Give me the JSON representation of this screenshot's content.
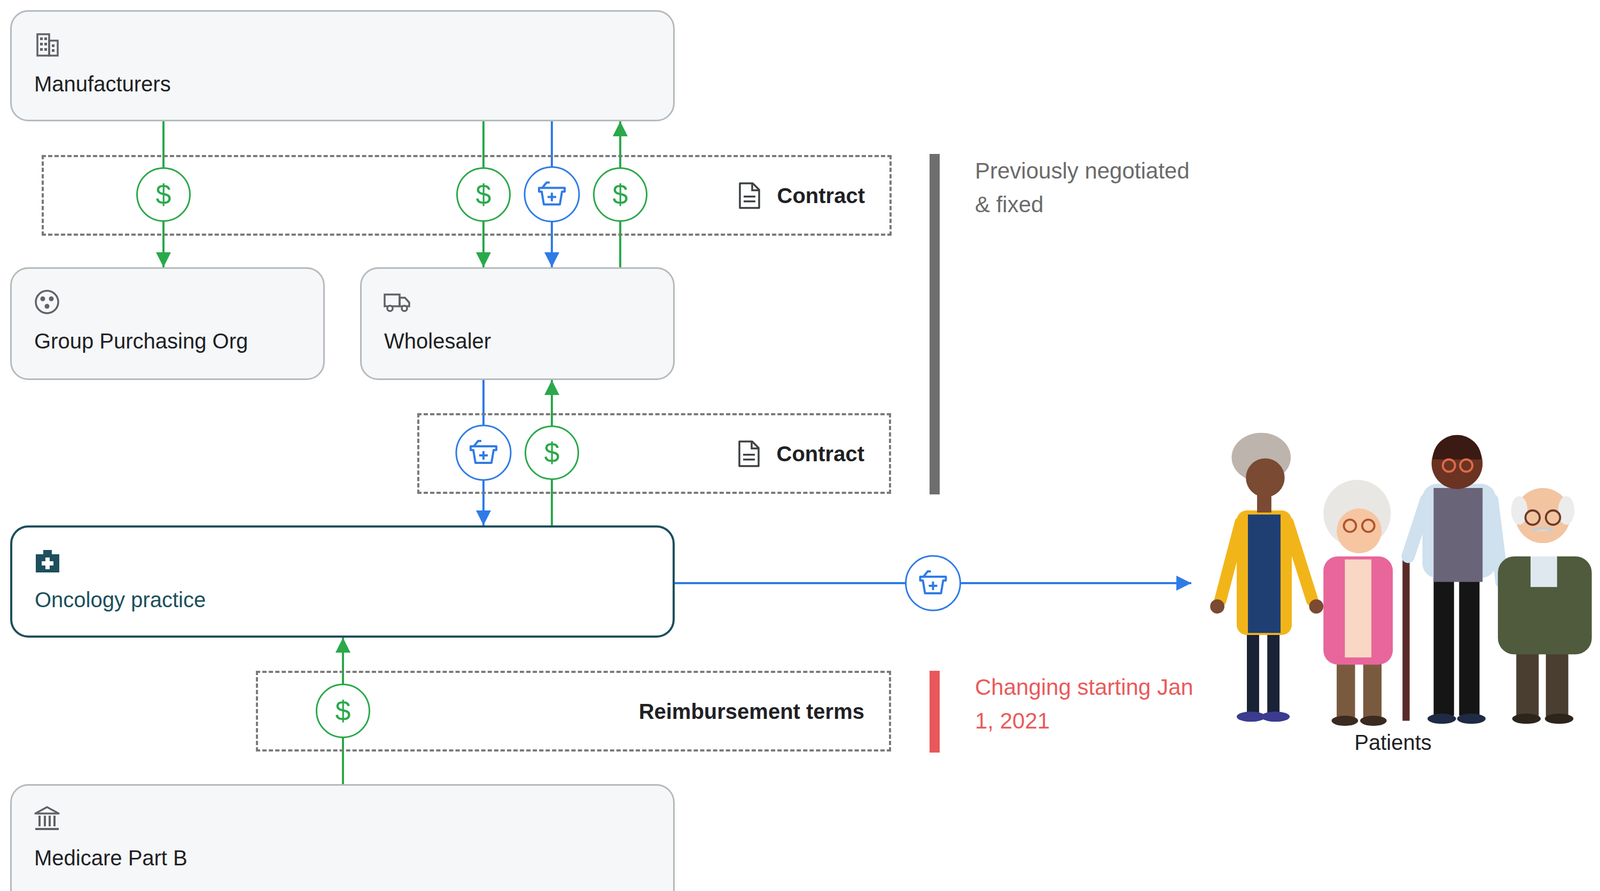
{
  "diagram": {
    "nodes": [
      {
        "text": [
          "Manufacturers"
        ]
      },
      {
        "text": [
          "Contract"
        ]
      },
      {
        "text": [
          "Group Purchasing Org"
        ]
      },
      {
        "text": [
          "Wholesaler"
        ]
      },
      {
        "text": [
          "Contract"
        ]
      },
      {
        "text": [
          "Oncology practice"
        ]
      },
      {
        "text": [
          "Patients"
        ]
      },
      {
        "text": [
          "Reimbursement terms"
        ]
      },
      {
        "text": [
          "Medicare Part B"
        ]
      }
    ],
    "edges": [
      {
        "from": 0,
        "to": 2,
        "label": "$",
        "arrow": "to"
      },
      {
        "from": 0,
        "to": 3,
        "label": "$",
        "arrow": "to"
      },
      {
        "from": 0,
        "to": 3,
        "arrow": "to"
      },
      {
        "from": 3,
        "to": 0,
        "label": "$",
        "arrow": "to"
      },
      {
        "from": 3,
        "to": 5,
        "arrow": "to"
      },
      {
        "from": 5,
        "to": 3,
        "label": "$",
        "arrow": "to"
      },
      {
        "from": 8,
        "to": 5,
        "label": "$",
        "arrow": "to"
      },
      {
        "from": 5,
        "to": 6,
        "arrow": "to"
      }
    ],
    "labels": [
      "Previously negotiated & fixed",
      "Changing starting Jan 1, 2021"
    ]
  }
}
